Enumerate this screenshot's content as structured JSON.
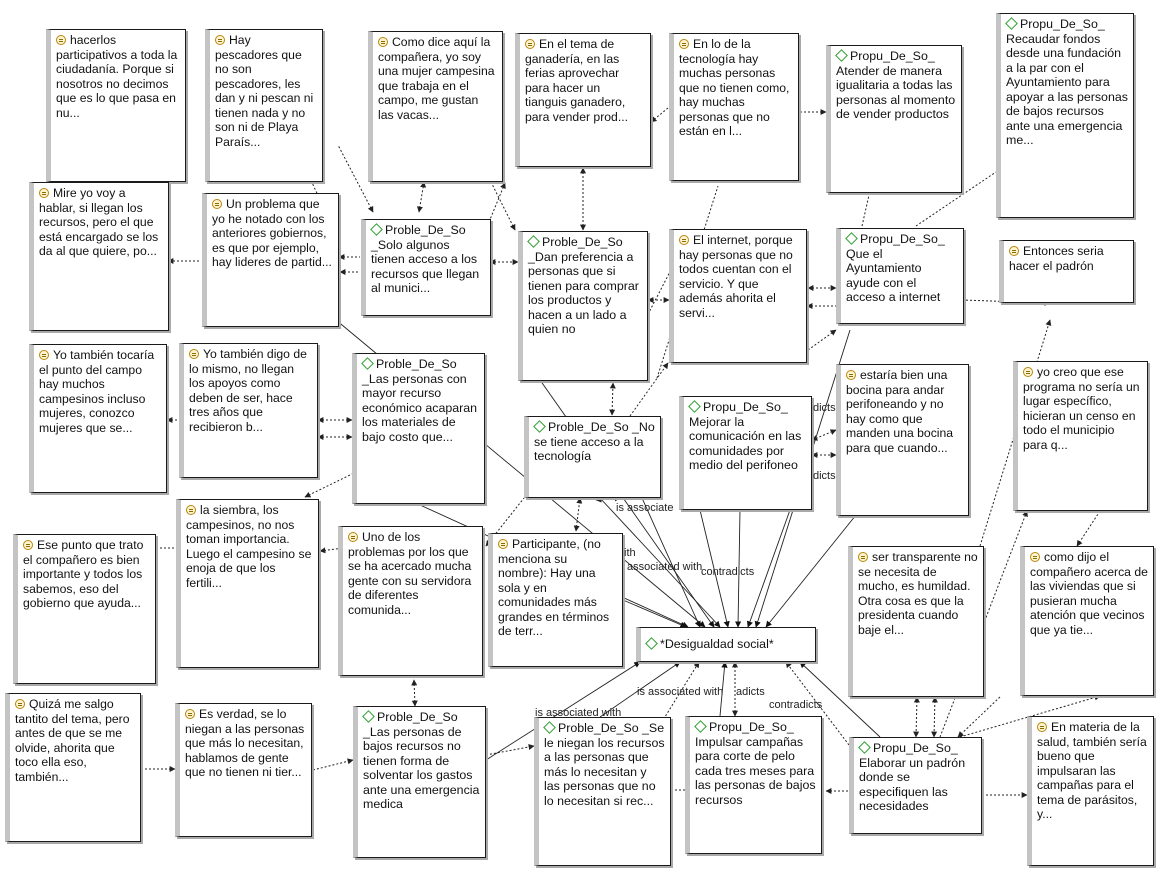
{
  "nodes": [
    {
      "id": "n1",
      "type": "quote",
      "text": "hacerlos participativos a toda la ciudadanía. Porque si nosotros no decimos que es lo que pasa en nu..."
    },
    {
      "id": "n2",
      "type": "quote",
      "text": "Hay pescadores que no son pescadores, les dan y ni pescan ni tienen nada y no son ni de Playa Paraís..."
    },
    {
      "id": "n3",
      "type": "quote",
      "text": "Como dice aquí la compañera, yo soy una mujer campesina que trabaja en el campo, me gustan las vacas..."
    },
    {
      "id": "n4",
      "type": "quote",
      "text": "En el tema de ganadería, en las ferias aprovechar para hacer un tianguis ganadero, para vender prod..."
    },
    {
      "id": "n5",
      "type": "quote",
      "text": "En lo de la tecnología hay muchas personas que no tienen como, hay muchas personas que no están en l..."
    },
    {
      "id": "n6",
      "type": "code",
      "text": "Propu_De_So_ Atender de manera igualitaria a todas las personas al momento de vender productos"
    },
    {
      "id": "n7",
      "type": "code",
      "text": "Propu_De_So_ Recaudar fondos desde una fundación a la par con el Ayuntamiento para apoyar a las personas de bajos recursos ante una emergencia me..."
    },
    {
      "id": "n8",
      "type": "quote",
      "text": "Mire yo voy a hablar, si llegan los recursos, pero el que está encargado se los da al que quiere, po..."
    },
    {
      "id": "n9",
      "type": "quote",
      "text": "Un problema que yo he notado con los anteriores gobiernos, es que por ejemplo, hay lideres de partid..."
    },
    {
      "id": "n10",
      "type": "code",
      "text": "Proble_De_So _Solo algunos tienen acceso a los recursos que llegan al munici..."
    },
    {
      "id": "n11",
      "type": "code",
      "text": "Proble_De_So _Dan preferencia a personas que si tienen para comprar los productos y hacen a un lado a quien no"
    },
    {
      "id": "n12",
      "type": "quote",
      "text": "El internet, porque hay personas que no todos cuentan con el servicio. Y que además ahorita el servi..."
    },
    {
      "id": "n13",
      "type": "code",
      "text": "Propu_De_So_ Que el Ayuntamiento ayude con el acceso a internet"
    },
    {
      "id": "n14",
      "type": "quote",
      "text": "Entonces seria hacer el padrón"
    },
    {
      "id": "n15",
      "type": "quote",
      "text": "Yo también tocaría el punto del campo hay muchos campesinos incluso mujeres, conozco mujeres que se..."
    },
    {
      "id": "n16",
      "type": "quote",
      "text": "Yo también digo de lo mismo, no llegan los apoyos como deben de ser, hace tres años que recibieron b..."
    },
    {
      "id": "n17",
      "type": "code",
      "text": "Proble_De_So _Las personas con mayor recurso económico acaparan los materiales de bajo costo que..."
    },
    {
      "id": "n18",
      "type": "code",
      "text": "Proble_De_So _No se tiene acceso a la tecnología"
    },
    {
      "id": "n19",
      "type": "code",
      "text": "Propu_De_So_ Mejorar la comunicación en las comunidades por medio del perifoneo"
    },
    {
      "id": "n20",
      "type": "quote",
      "text": "estaría bien una bocina para andar perifoneando y no hay como que manden una bocina para que cuando..."
    },
    {
      "id": "n21",
      "type": "quote",
      "text": "yo creo que ese programa no sería un lugar específico, hicieran un censo en todo el municipio para q..."
    },
    {
      "id": "n22",
      "type": "quote",
      "text": "Ese punto que trato el compañero es bien importante y todos los sabemos, eso del gobierno que ayuda..."
    },
    {
      "id": "n23",
      "type": "quote",
      "text": "la siembra, los campesinos, no nos toman importancia. Luego el campesino se enoja de que los fertili..."
    },
    {
      "id": "n24",
      "type": "quote",
      "text": "Uno de los problemas por los que se ha acercado mucha gente con su servidora de diferentes comunida..."
    },
    {
      "id": "n25",
      "type": "quote",
      "text": "Participante, (no menciona su nombre): Hay una sola y en comunidades más grandes en términos de terr..."
    },
    {
      "id": "n26",
      "type": "code",
      "text": "*Desigualdad social*"
    },
    {
      "id": "n27",
      "type": "quote",
      "text": "ser transparente no se necesita de mucho, es humildad. Otra cosa es que la presidenta cuando baje el..."
    },
    {
      "id": "n28",
      "type": "quote",
      "text": "como dijo el compañero acerca de las viviendas que si pusieran mucha atención que vecinos que ya tie..."
    },
    {
      "id": "n29",
      "type": "quote",
      "text": "Quizá me salgo tantito del tema, pero antes de que se me olvide, ahorita que toco ella eso, también..."
    },
    {
      "id": "n30",
      "type": "quote",
      "text": "Es verdad, se lo niegan a las personas que más lo necesitan, hablamos de gente que no tienen ni tier..."
    },
    {
      "id": "n31",
      "type": "code",
      "text": "Proble_De_So _Las personas de bajos recursos no tienen forma de solventar los gastos ante una emergencia medica"
    },
    {
      "id": "n32",
      "type": "code",
      "text": "Proble_De_So _Se le niegan los recursos a las personas que más lo necesitan y las personas que no lo necesitan si rec..."
    },
    {
      "id": "n33",
      "type": "code",
      "text": "Propu_De_So_ Impulsar campañas para corte de pelo cada tres meses para las personas de bajos recursos"
    },
    {
      "id": "n34",
      "type": "code",
      "text": "Propu_De_So_ Elaborar un padrón donde se especifiquen las necesidades"
    },
    {
      "id": "n35",
      "type": "quote",
      "text": "En materia de la salud, también sería bueno que impulsaran las campañas para el tema de parásitos, y..."
    }
  ],
  "edge_labels": [
    "is associate",
    "ith",
    "associated with",
    "contradicts",
    "is associated with",
    "adicts",
    "contradicts",
    "is associated with",
    "dicts",
    "dicts"
  ]
}
